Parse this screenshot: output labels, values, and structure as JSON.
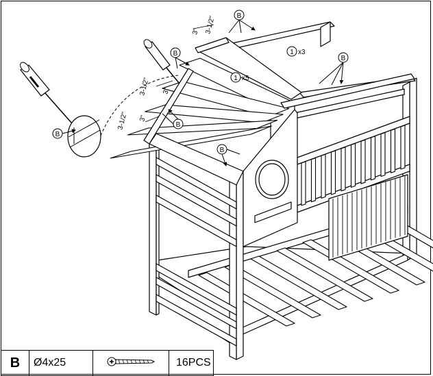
{
  "callouts": {
    "part_b": "B",
    "part_1": "1"
  },
  "quantities": {
    "top_rails": "x3",
    "roof_slats": "x5"
  },
  "dimensions": {
    "top_gap_a": "3\"",
    "top_gap_b": "3-1/2\"",
    "left_gap_a": "3-1/2\"",
    "left_gap_b": "3\"",
    "left_gap_c": "3-1/2\"",
    "left_gap_d": "3\""
  },
  "hardware": {
    "letter": "B",
    "size": "Ø4x25",
    "screw_icon": "screw-icon",
    "quantity": "16PCS"
  }
}
